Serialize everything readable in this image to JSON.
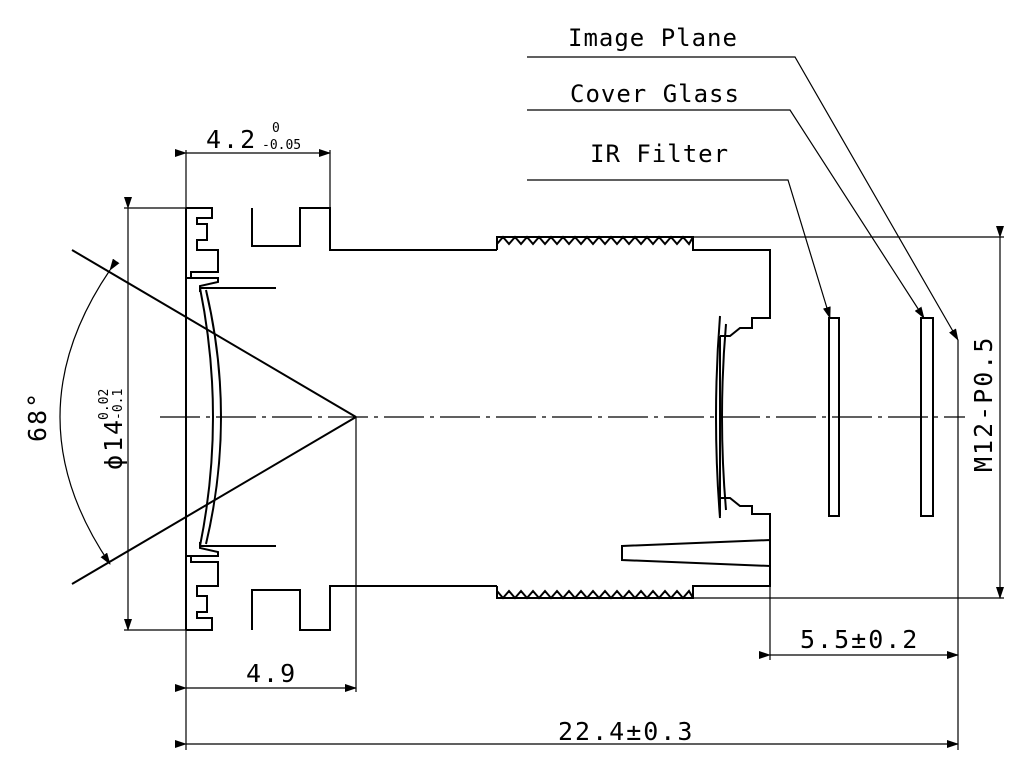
{
  "callouts": {
    "image_plane": "Image Plane",
    "cover_glass": "Cover Glass",
    "ir_filter": "IR Filter"
  },
  "dimensions": {
    "flange_width_main": "4.2",
    "flange_width_upper_tol": "0",
    "flange_width_lower_tol": "-0.05",
    "diameter_symbol": "ϕ",
    "diameter_main": "14",
    "diameter_upper_tol": "0.02",
    "diameter_lower_tol": "-0.1",
    "field_angle": "68°",
    "thread": "M12-P0.5",
    "back_focal": "5.5±0.2",
    "front_length": "4.9",
    "total_length": "22.4±0.3"
  }
}
